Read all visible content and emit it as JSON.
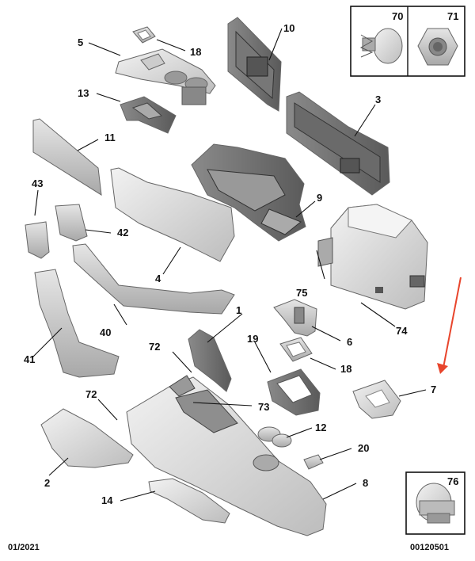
{
  "diagram": {
    "date_code": "01/2021",
    "ref_code": "00120501",
    "accent_color": "#e8452c",
    "labels": {
      "p1": "1",
      "p2": "2",
      "p3": "3",
      "p4": "4",
      "p5": "5",
      "p6": "6",
      "p7": "7",
      "p8": "8",
      "p9": "9",
      "p10": "10",
      "p11": "11",
      "p12": "12",
      "p13": "13",
      "p14": "14",
      "p18a": "18",
      "p18b": "18",
      "p19": "19",
      "p20": "20",
      "p40": "40",
      "p41": "41",
      "p42": "42",
      "p43": "43",
      "p70": "70",
      "p71": "71",
      "p72a": "72",
      "p72b": "72",
      "p73": "73",
      "p74": "74",
      "p75": "75",
      "p76": "76"
    }
  }
}
